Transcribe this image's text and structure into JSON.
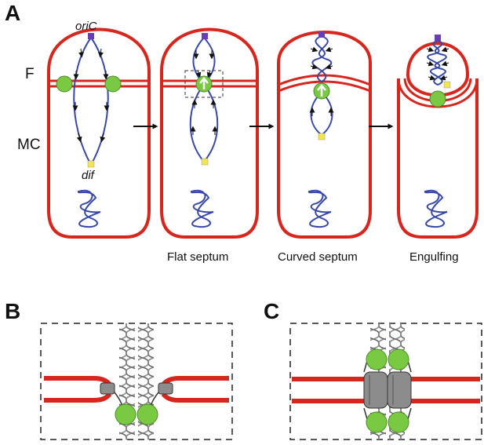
{
  "panels": {
    "a": "A",
    "b": "B",
    "c": "C"
  },
  "labels": {
    "forespore": "F",
    "mother_cell": "MC",
    "oric": "oriC",
    "dif": "dif"
  },
  "captions": {
    "flat": "Flat septum",
    "curved": "Curved septum",
    "engulfing": "Engulfing"
  },
  "colors": {
    "membrane": "#d7261e",
    "dna": "#3848a8",
    "spoiiie": "#7ac943",
    "oric_marker": "#6a3db8",
    "dif_marker": "#f2e64c",
    "complex": "#8c8c8c"
  }
}
